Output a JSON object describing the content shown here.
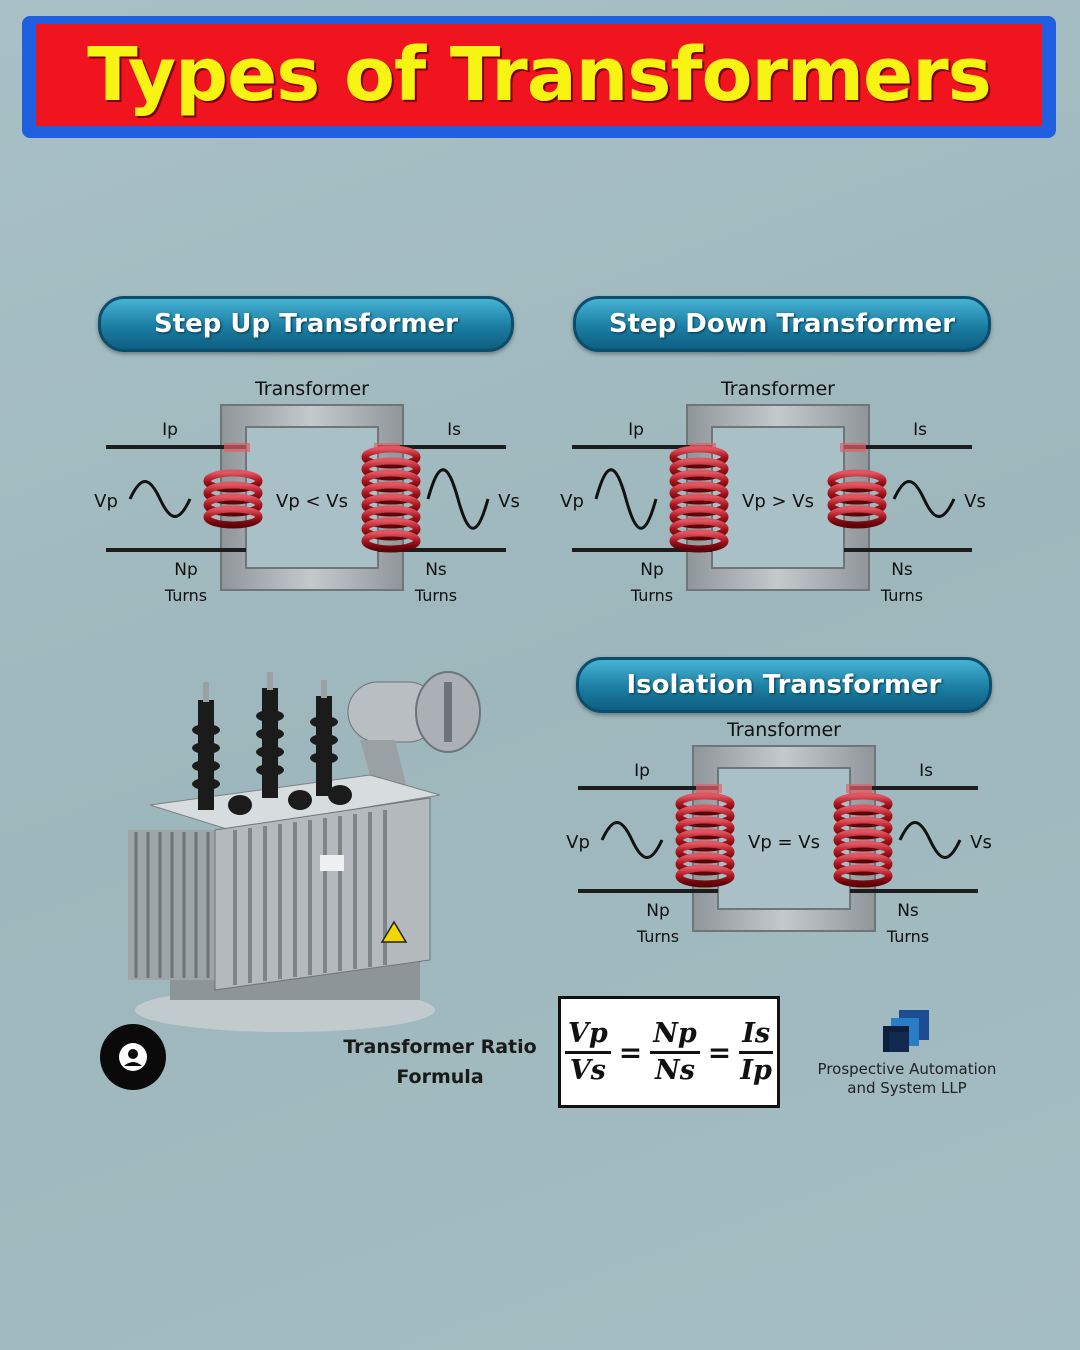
{
  "title": "Types of Transformers",
  "diagrams": [
    {
      "title": "Step Up Transformer",
      "core_label": "Transformer",
      "ip": "Ip",
      "is": "Is",
      "vp": "Vp",
      "vs": "Vs",
      "relation": "Vp < Vs",
      "np": "Np",
      "ns": "Ns",
      "turns": "Turns"
    },
    {
      "title": "Step Down Transformer",
      "core_label": "Transformer",
      "ip": "Ip",
      "is": "Is",
      "vp": "Vp",
      "vs": "Vs",
      "relation": "Vp > Vs",
      "np": "Np",
      "ns": "Ns",
      "turns": "Turns"
    },
    {
      "title": "Isolation Transformer",
      "core_label": "Transformer",
      "ip": "Ip",
      "is": "Is",
      "vp": "Vp",
      "vs": "Vs",
      "relation": "Vp = Vs",
      "np": "Np",
      "ns": "Ns",
      "turns": "Turns"
    }
  ],
  "formula": {
    "label_line1": "Transformer Ratio",
    "label_line2": "Formula",
    "vp": "Vp",
    "vs": "Vs",
    "np": "Np",
    "ns": "Ns",
    "is": "Is",
    "ip": "Ip",
    "eq": "="
  },
  "brand": {
    "line1": "Prospective Automation",
    "line2": "and System LLP"
  },
  "colors": {
    "banner_blue": "#1f5fe0",
    "banner_red": "#f0141e",
    "title_yellow": "#f7f414",
    "pill_blue": "#1b7ea3",
    "coil_red": "#a8141e",
    "core_gray": "#a6acaf"
  },
  "icons": [
    "avatar-icon",
    "company-logo-icon",
    "transformer-photo"
  ]
}
